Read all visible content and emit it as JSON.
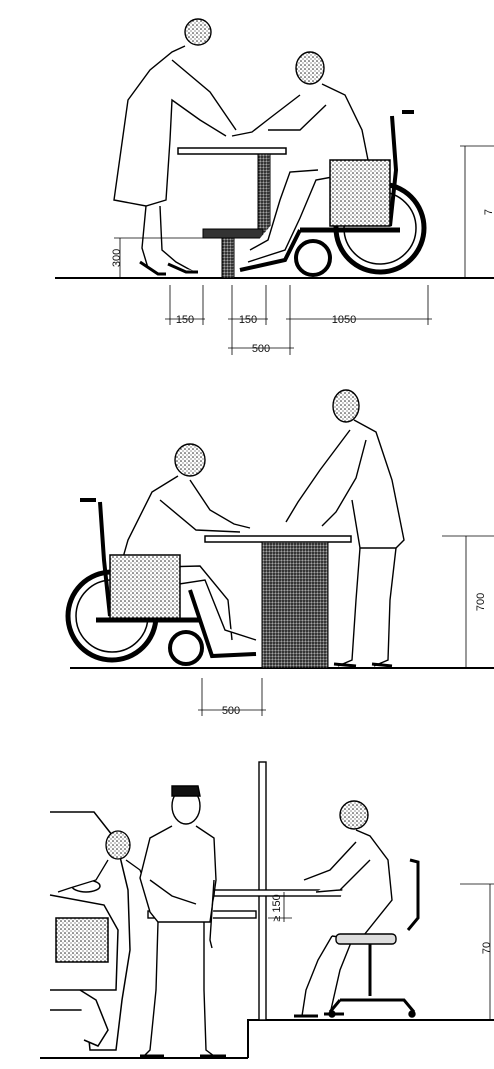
{
  "panels": [
    {
      "id": "counter-standing-and-wheelchair",
      "dimensions": {
        "step_height": "300",
        "left_offset": "150",
        "mid_offset": "150",
        "wheelchair_length": "1050",
        "knee_clearance": "500",
        "counter_height_partial": "7"
      }
    },
    {
      "id": "desk-wheelchair-and-standing",
      "dimensions": {
        "knee_clearance": "500",
        "desk_height": "700"
      }
    },
    {
      "id": "drive-through-window-counter",
      "dimensions": {
        "sill_gap": "≥ 150",
        "counter_height_partial": "70"
      }
    }
  ]
}
